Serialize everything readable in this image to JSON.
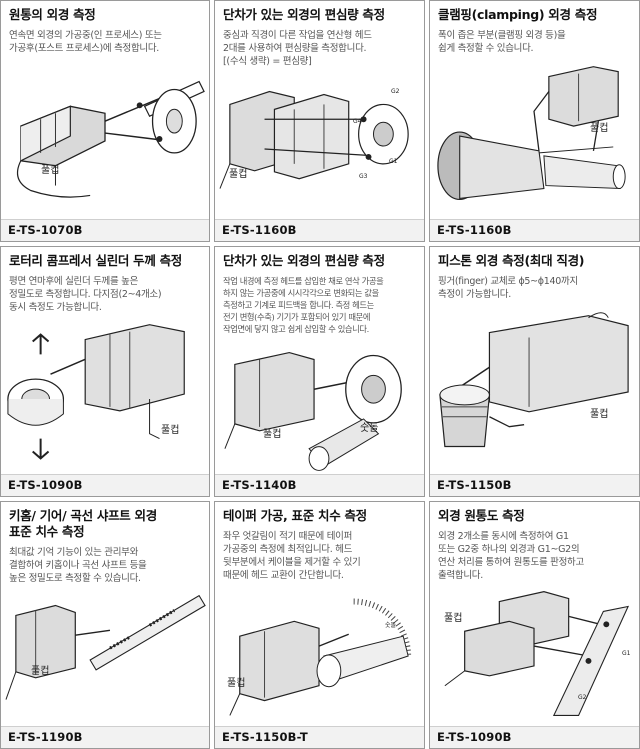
{
  "cards": [
    {
      "title": "원통의 외경 측정",
      "desc": "연속면 외경의 가공중(인 프로세스) 또는\n가공후(포스트 프로세스)에 측정합니다.",
      "label": "풀컵",
      "model": "E-TS-1070B"
    },
    {
      "title": "단차가 있는 외경의 편심량 측정",
      "desc": "중심과 직경이 다른 작업을 연산형 헤드\n2대를 사용하여 편심량을 측정합니다.\n[(수식 생략) = 편심량]",
      "label": "풀컵",
      "tags": [
        "G2",
        "G4",
        "G1",
        "G3"
      ],
      "model": "E-TS-1160B"
    },
    {
      "title": "클램핑(clamping) 외경 측정",
      "desc": "폭이 좁은 부분(클램핑 외경 등)을\n쉽게 측정할 수 있습니다.",
      "label": "풀컵",
      "model": "E-TS-1160B"
    },
    {
      "title": "로터리 콤프레서 실린더 두께 측정",
      "desc": "평면 연마후에 실린더 두께를 높은\n정밀도로 측정합니다. 다지점(2~4개소)\n동시 측정도 가능합니다.",
      "label": "풀컵",
      "model": "E-TS-1090B"
    },
    {
      "title": "단차가 있는 외경의 편심량 측정",
      "desc": "작업 내경에 측정 헤드를 삽입한 채로 연삭 가공을\n하지 않는 가공중에 시시각각으로 변화되는 값을\n측정하고 기계로 피드백을 합니다. 측정 헤드는\n전기 변형(수축) 기기가 포함되어 있기 때문에\n작업면에 닿지 않고 쉽게 삽입할 수 있습니다.",
      "label": "풀컵",
      "label2": "숫돌",
      "model": "E-TS-1140B"
    },
    {
      "title": "피스톤 외경 측정(최대 직경)",
      "desc": "핑거(finger) 교체로 ϕ5~ϕ140까지\n측정이 가능합니다.",
      "label": "풀컵",
      "model": "E-TS-1150B"
    },
    {
      "title": "키홈/ 기어/ 곡선 샤프트 외경\n표준 치수 측정",
      "desc": "최대값 기억 기능이 있는 관리부와\n결합하여 키홈이나 곡선 샤프트 등을\n높은 정밀도로 측정할 수 있습니다.",
      "label": "풀컵",
      "model": "E-TS-1190B"
    },
    {
      "title": "테이퍼 가공, 표준 치수 측정",
      "desc": "좌우 엇갈림이 적기 때문에 테이퍼\n가공중의 측정에 최적입니다. 헤드\n뒷부분에서 케이블을 제거할 수 있기\n때문에 헤드 교환이 간단합니다.",
      "label": "풀컵",
      "label2": "숫돌",
      "model": "E-TS-1150B-T"
    },
    {
      "title": "외경 원통도 측정",
      "desc": "외경 2개소를 동시에 측정하여 G1\n또는 G2중 하나의 외경과 G1~G2의\n연산 처리를 통하여 원통도를 판정하고\n출력합니다.",
      "label": "풀컵",
      "tags": [
        "G1",
        "G2"
      ],
      "model": "E-TS-1090B"
    }
  ]
}
